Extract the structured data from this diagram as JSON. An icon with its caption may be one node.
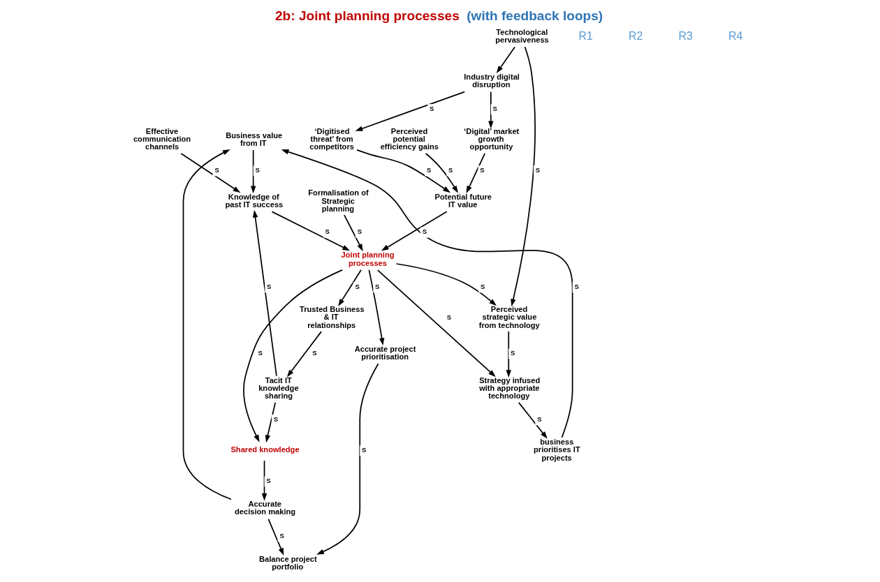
{
  "diagram": {
    "title": "2b: Joint planning processes (with feedback loops)",
    "nodes": [
      {
        "text": [
          "Business value from IT"
        ]
      },
      {
        "text": [
          "Effective communication channels"
        ]
      },
      {
        "text": [
          "business prioritises IT projects"
        ]
      },
      {
        "text": [
          "Tacit IT knowledge sharing"
        ]
      },
      {
        "text": [
          "Accurate decision making"
        ]
      },
      {
        "text": [
          "Trusted Business & IT relationships"
        ]
      },
      {
        "text": [
          "Knowledge of past IT success"
        ]
      },
      {
        "text": [
          "Balance project portfolio"
        ]
      },
      {
        "text": [
          "Shared knowledge"
        ]
      },
      {
        "text": [
          "Joint planning processes"
        ]
      },
      {
        "text": [
          "Strategy infused with appropriate technology"
        ]
      },
      {
        "text": [
          "Accurate project prioritisation"
        ]
      },
      {
        "text": [
          "‘Digital’ market growth opportunity"
        ]
      },
      {
        "text": [
          "Potential future IT value"
        ]
      },
      {
        "text": [
          "Industry digital disruption"
        ]
      },
      {
        "text": [
          "Formalisation of Strategic planning"
        ]
      },
      {
        "text": [
          "‘Digitised threat’ from competitors"
        ]
      },
      {
        "text": [
          "Perceived potential efficiency gains"
        ]
      },
      {
        "text": [
          "Perceived strategic value from technology"
        ]
      },
      {
        "text": [
          "Technological pervasiveness"
        ]
      }
    ],
    "edges": [
      {
        "from": 4,
        "to": 0,
        "arrow": "to"
      },
      {
        "from": 2,
        "to": 0,
        "arrow": "to",
        "label": "S"
      },
      {
        "from": 0,
        "to": 6,
        "arrow": "to",
        "label": "S"
      },
      {
        "from": 3,
        "to": 6,
        "arrow": "to",
        "label": "S"
      },
      {
        "from": 1,
        "to": 6,
        "arrow": "to",
        "label": "S"
      },
      {
        "from": 6,
        "to": 9,
        "arrow": "to",
        "label": "S"
      },
      {
        "from": 4,
        "to": 7,
        "arrow": "to",
        "label": "S"
      },
      {
        "from": 3,
        "to": 8,
        "arrow": "to",
        "label": "S"
      },
      {
        "from": 5,
        "to": 3,
        "arrow": "to",
        "label": "S"
      },
      {
        "from": 9,
        "to": 5,
        "arrow": "to",
        "label": "S"
      },
      {
        "from": 8,
        "to": 4,
        "arrow": "to",
        "label": "S"
      },
      {
        "from": 9,
        "to": 8,
        "arrow": "to",
        "label": "S"
      },
      {
        "from": 9,
        "to": 11,
        "arrow": "to",
        "label": "S"
      },
      {
        "from": 11,
        "to": 7,
        "arrow": "to",
        "label": "S"
      },
      {
        "from": 9,
        "to": 10,
        "arrow": "to",
        "label": "S"
      },
      {
        "from": 10,
        "to": 2,
        "arrow": "to",
        "label": "S"
      },
      {
        "from": 15,
        "to": 9,
        "arrow": "to",
        "label": "S"
      },
      {
        "from": 13,
        "to": 9,
        "arrow": "to",
        "label": "S"
      },
      {
        "from": 12,
        "to": 13,
        "arrow": "to",
        "label": "S"
      },
      {
        "from": 14,
        "to": 12,
        "arrow": "to",
        "label": "S"
      },
      {
        "from": 14,
        "to": 16,
        "arrow": "to",
        "label": "S"
      },
      {
        "from": 16,
        "to": 13,
        "arrow": "to",
        "label": "S"
      },
      {
        "from": 17,
        "to": 13,
        "arrow": "to",
        "label": "S"
      },
      {
        "from": 9,
        "to": 18,
        "arrow": "to",
        "label": "S"
      },
      {
        "from": 19,
        "to": 18,
        "arrow": "to",
        "label": "S"
      },
      {
        "from": 19,
        "to": 14,
        "arrow": "to"
      },
      {
        "from": 18,
        "to": 10,
        "arrow": "to",
        "label": "S"
      }
    ],
    "labels": [
      "R1",
      "R2",
      "R3",
      "R4"
    ]
  }
}
